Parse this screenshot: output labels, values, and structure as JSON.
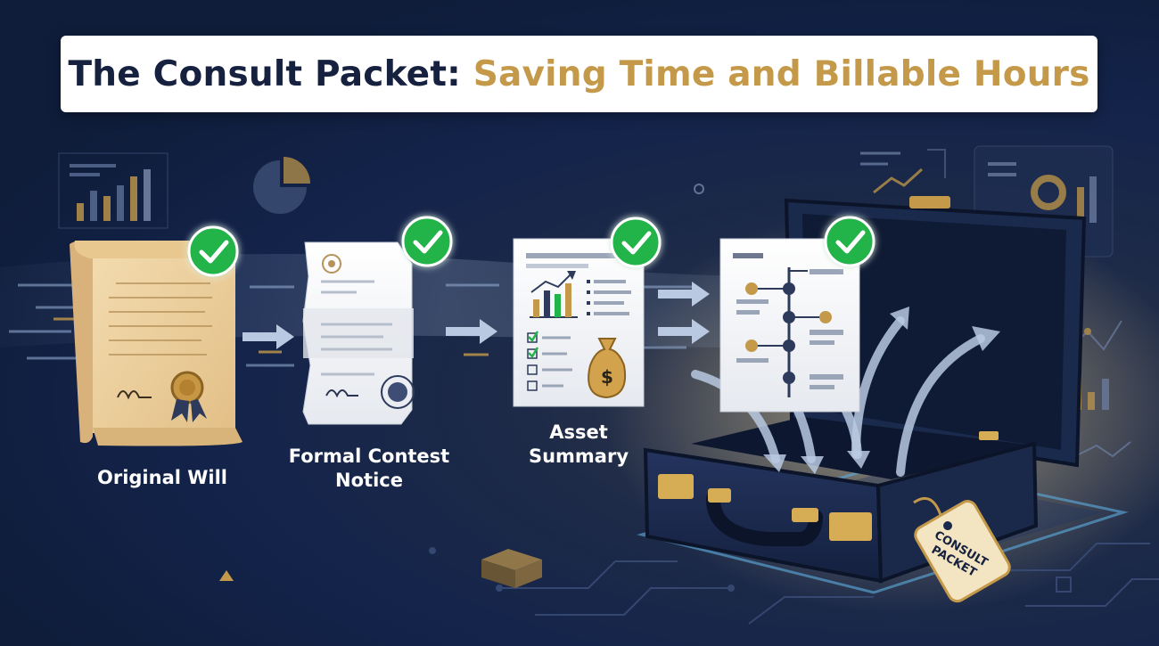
{
  "title": {
    "part1": "The Consult Packet:",
    "part2": "Saving Time and Billable Hours"
  },
  "steps": [
    {
      "label_lines": [
        "Original Will"
      ],
      "checked": true,
      "icon": "scroll-icon"
    },
    {
      "label_lines": [
        "Formal Contest",
        "Notice"
      ],
      "checked": true,
      "icon": "folded-letter-icon"
    },
    {
      "label_lines": [
        "Asset",
        "Summary"
      ],
      "checked": true,
      "icon": "asset-report-icon"
    },
    {
      "label_lines": [],
      "checked": true,
      "icon": "timeline-document-icon"
    }
  ],
  "briefcase_tag": {
    "line1": "CONSULT",
    "line2": "PACKET"
  },
  "colors": {
    "navy": "#16213f",
    "gold": "#c49a4a",
    "check_green": "#22b34a",
    "background": "#13234a"
  }
}
